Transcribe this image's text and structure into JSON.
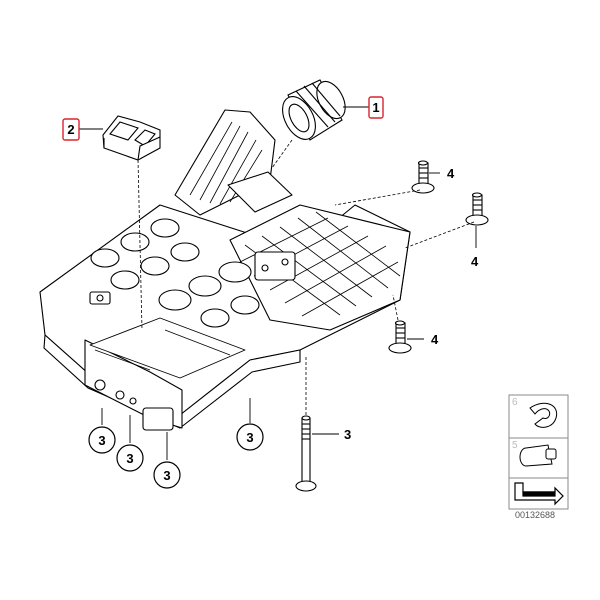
{
  "callouts": {
    "c1": "1",
    "c2": "2",
    "c3a": "3",
    "c3b": "3",
    "c3c": "3",
    "c3d": "3",
    "c3e": "3",
    "c4a": "4",
    "c4b": "4",
    "c4c": "4"
  },
  "legend": {
    "n6": "6",
    "n5": "5"
  },
  "diagram_id": "00132688",
  "colors": {
    "highlight": "#d9232e",
    "line": "#000000",
    "panel_border": "#8a8a8a"
  }
}
